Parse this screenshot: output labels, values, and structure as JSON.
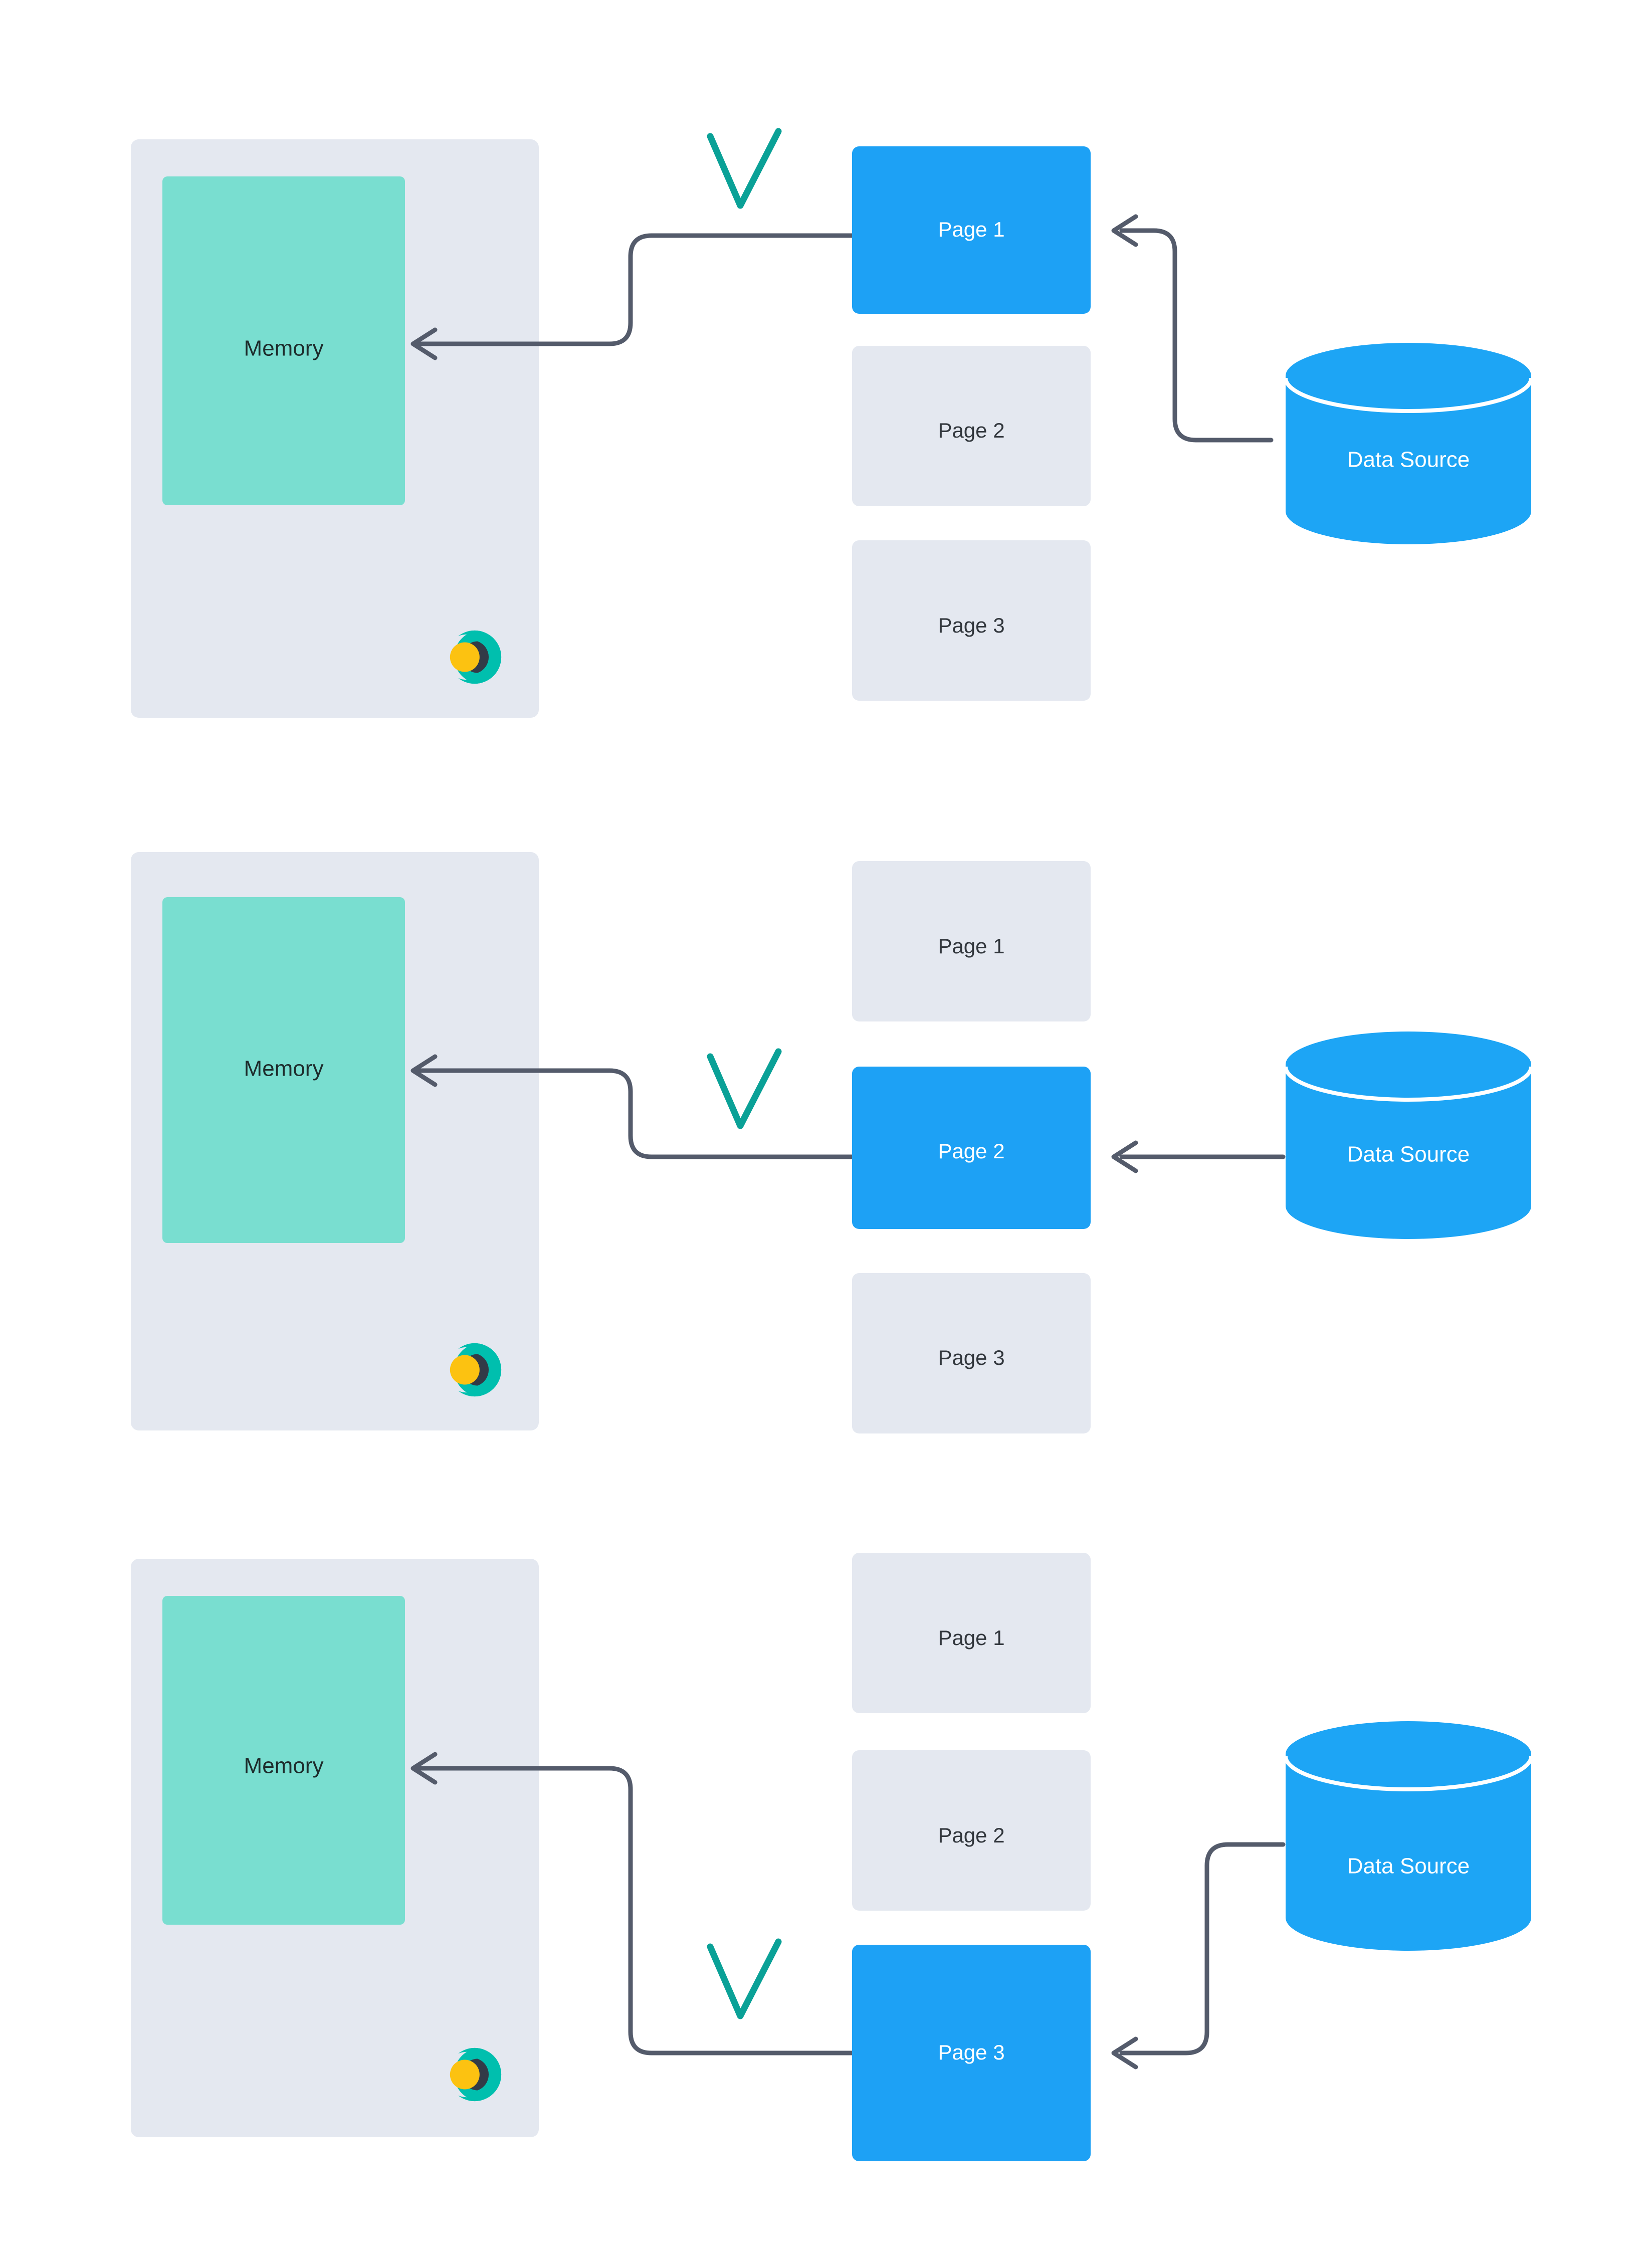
{
  "theme": {
    "background": "#ffffff",
    "panel_bg": "#e4e8f0",
    "memory_fill": "#7 addd1",
    "memory_color": "#79ded0",
    "page_active": "#1da1f5",
    "page_inactive": "#e4e8f0",
    "datasource_fill": "#1da5f5",
    "connector_stroke": "#545b6b",
    "check_stroke": "#0aa197",
    "logo_teal": "#00bfae",
    "logo_dark": "#323b47",
    "logo_yellow": "#fcc211"
  },
  "diagram": {
    "type": "paging-memory-flow",
    "panel_count": 3,
    "page_labels": [
      "Page 1",
      "Page 2",
      "Page 3"
    ],
    "memory_label": "Memory",
    "datasource_label": "Data Source"
  },
  "panels": [
    {
      "id": "panel-1",
      "memory": {
        "label": "Memory"
      },
      "logo": {
        "name": "brand-logo"
      },
      "check": {
        "name": "check-mark",
        "visible": true
      },
      "datasource": {
        "label": "Data Source"
      },
      "pages": [
        {
          "label": "Page 1",
          "active": true
        },
        {
          "label": "Page 2",
          "active": false
        },
        {
          "label": "Page 3",
          "active": false
        }
      ],
      "active_page": "Page 1"
    },
    {
      "id": "panel-2",
      "memory": {
        "label": "Memory"
      },
      "logo": {
        "name": "brand-logo"
      },
      "check": {
        "name": "check-mark",
        "visible": true
      },
      "datasource": {
        "label": "Data Source"
      },
      "pages": [
        {
          "label": "Page 1",
          "active": false
        },
        {
          "label": "Page 2",
          "active": true
        },
        {
          "label": "Page 3",
          "active": false
        }
      ],
      "active_page": "Page 2"
    },
    {
      "id": "panel-3",
      "memory": {
        "label": "Memory"
      },
      "logo": {
        "name": "brand-logo"
      },
      "check": {
        "name": "check-mark",
        "visible": true
      },
      "datasource": {
        "label": "Data Source"
      },
      "pages": [
        {
          "label": "Page 1",
          "active": false
        },
        {
          "label": "Page 2",
          "active": false
        },
        {
          "label": "Page 3",
          "active": true
        }
      ],
      "active_page": "Page 3"
    }
  ]
}
